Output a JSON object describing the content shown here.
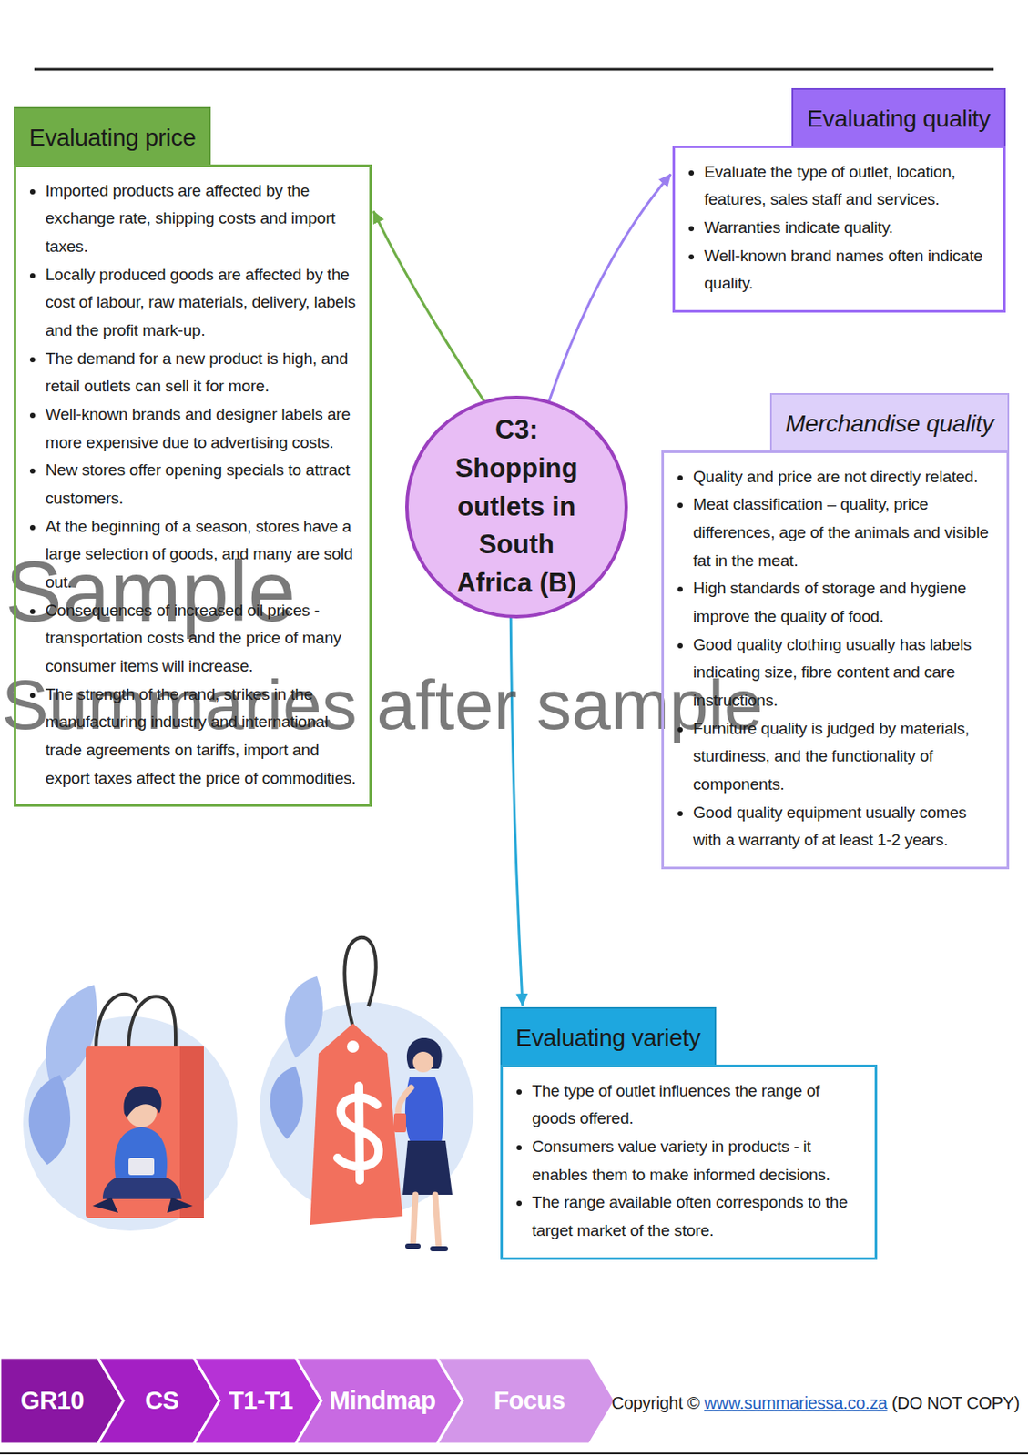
{
  "diagram": {
    "nodes": [
      {
        "text": [
          "C3: Shopping outlets in South Africa (B)"
        ]
      },
      {
        "text": [
          "Evaluating price",
          "Imported products are affected by the exchange rate, shipping costs and import taxes.",
          "Locally produced goods are affected by the cost of labour, raw materials, delivery, labels and the profit mark-up.",
          "The demand for a new product is high, and retail outlets can sell it for more.",
          "Well-known brands and designer labels are more expensive due to advertising costs.",
          "New stores offer opening specials to attract customers.",
          "At the beginning of a season, stores have a large selection of goods, and many are sold out.",
          "Consequences of increased oil prices - transportation costs and the price of many consumer items will increase.",
          "The strength of the rand, strikes in the manufacturing industry and international trade agreements on tariffs, import and export taxes affect the price of commodities."
        ]
      },
      {
        "text": [
          "Evaluating quality",
          "Evaluate the type of outlet, location, features, sales staff and services.",
          "Warranties indicate quality.",
          "Well-known brand names often indicate quality."
        ]
      },
      {
        "text": [
          "Merchandise quality",
          "Quality and price are not directly related.",
          "Meat classification – quality, price differences, age of the animals and visible fat in the meat.",
          "High standards of storage and hygiene improve the quality of food.",
          "Good quality clothing usually has labels indicating size, fibre content and care instructions.",
          "Furniture quality is judged by materials, sturdiness, and the functionality of components.",
          "Good quality equipment usually comes with a warranty of at least 1-2 years."
        ]
      },
      {
        "text": [
          "Evaluating variety",
          "The type of outlet influences the range of goods offered.",
          "Consumers value variety in products - it enables them to make informed decisions.",
          "The range available often corresponds to the target market of the store."
        ]
      },
      {
        "text": [
          "GR10"
        ]
      },
      {
        "text": [
          "CS"
        ]
      },
      {
        "text": [
          "T1-T1"
        ]
      },
      {
        "text": [
          "Mindmap"
        ]
      },
      {
        "text": [
          "Focus"
        ]
      }
    ],
    "edges": [
      {
        "from": 0,
        "to": 1,
        "arrow": "to"
      },
      {
        "from": 0,
        "to": 2,
        "arrow": "to"
      },
      {
        "from": 0,
        "to": 4,
        "arrow": "to"
      }
    ],
    "labels": [
      "Sample",
      "Summaries after sample",
      "Copyright ©",
      "www.summariessa.co.za",
      "(DO NOT COPY)"
    ]
  }
}
